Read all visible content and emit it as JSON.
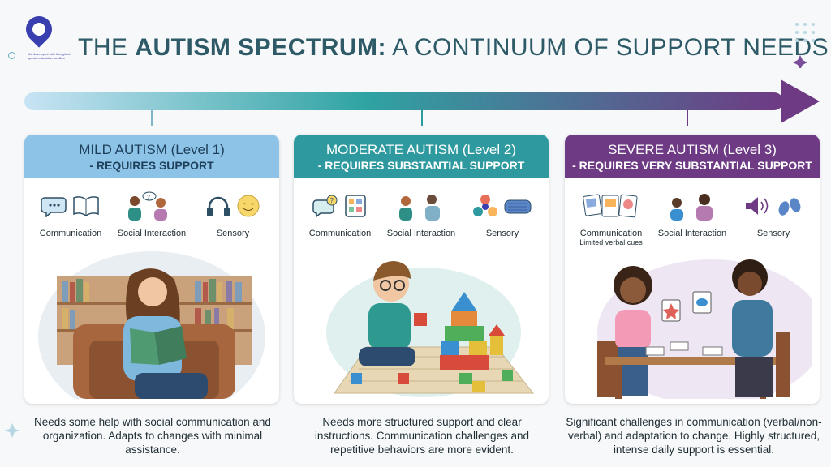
{
  "logo": {
    "text": "We developed with thoughtful special education families"
  },
  "title": {
    "prefix": "THE ",
    "bold": "AUTISM SPECTRUM:",
    "suffix": " A CONTINUUM OF SUPPORT NEEDS"
  },
  "colors": {
    "mild": "#8cc3e6",
    "moderate": "#2e9aa0",
    "severe": "#6e3a84",
    "title": "#2d5a66"
  },
  "levels": [
    {
      "heading": "MILD AUTISM (Level 1)",
      "subheading": "- REQUIRES SUPPORT",
      "icons": [
        {
          "label": "Communication",
          "sub": "",
          "icon": "speech-bubble-book-icon"
        },
        {
          "label": "Social Interaction",
          "sub": "",
          "icon": "two-people-talking-icon"
        },
        {
          "label": "Sensory",
          "sub": "",
          "icon": "headphones-smiley-icon"
        }
      ],
      "illustration": "woman-reading-in-library",
      "description": "Needs some help with social communication and organization. Adapts to changes with minimal assistance."
    },
    {
      "heading": "MODERATE AUTISM (Level 2)",
      "subheading": "- REQUIRES SUBSTANTIAL SUPPORT",
      "icons": [
        {
          "label": "Communication",
          "sub": "",
          "icon": "question-bubble-checklist-icon"
        },
        {
          "label": "Social Interaction",
          "sub": "",
          "icon": "two-people-icon"
        },
        {
          "label": "Sensory",
          "sub": "",
          "icon": "fidget-spinner-cushion-icon"
        }
      ],
      "illustration": "boy-building-blocks",
      "description": "Needs more structured support and clear instructions. Communication challenges and repetitive behaviors are more evident."
    },
    {
      "heading": "SEVERE AUTISM (Level 3)",
      "subheading": "- REQUIRES VERY SUBSTANTIAL SUPPORT",
      "icons": [
        {
          "label": "Communication",
          "sub": "Limited verbal cues",
          "icon": "picture-cards-icon"
        },
        {
          "label": "Social Interaction",
          "sub": "",
          "icon": "child-adult-icon"
        },
        {
          "label": "Sensory",
          "sub": "",
          "icon": "speaker-earplugs-icon"
        }
      ],
      "illustration": "girl-with-therapist-picture-cards",
      "description": "Significant challenges in communication (verbal/non-verbal) and adaptation to change. Highly structured, intense daily support is essential."
    }
  ]
}
